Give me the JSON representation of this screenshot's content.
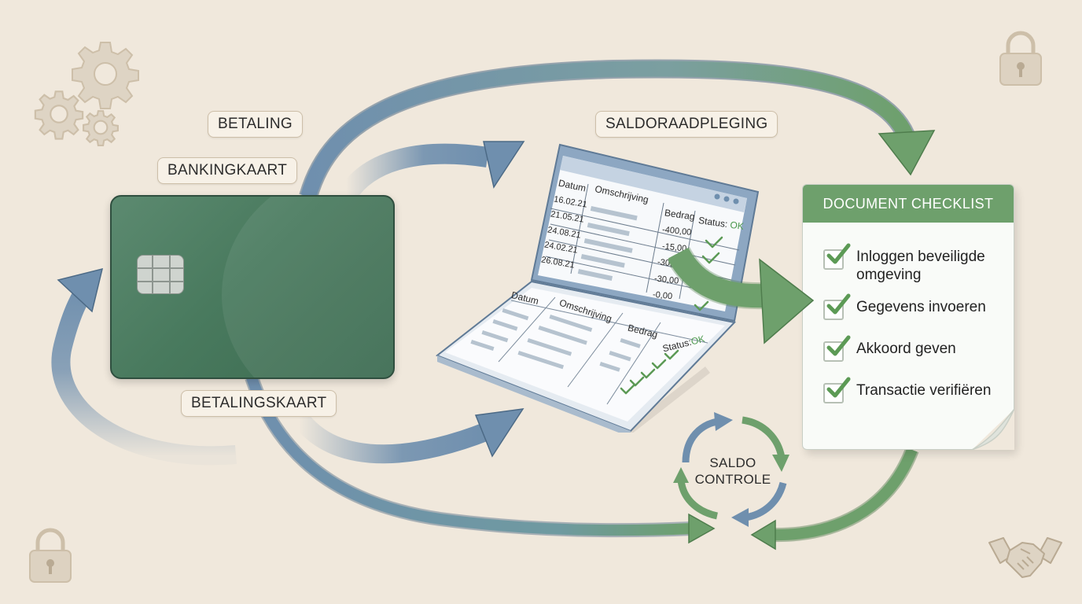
{
  "labels": {
    "betaling": "BETALING",
    "bankingkaart": "BANKINGKAART",
    "betalingskaart": "BETALINGSKAART",
    "saldoraadpleging": "SALDORAADPLEGING"
  },
  "checklist": {
    "title": "DOCUMENT CHECKLIST",
    "items": [
      {
        "line1": "Inloggen beveiligde",
        "line2": "omgeving",
        "checked": true
      },
      {
        "line1": "Gegevens invoeren",
        "line2": "",
        "checked": true
      },
      {
        "line1": "Akkoord geven",
        "line2": "",
        "checked": true
      },
      {
        "line1": "Transactie verifiëren",
        "line2": "",
        "checked": true
      }
    ]
  },
  "cycle": {
    "line1": "SALDO",
    "line2": "CONTROLE"
  },
  "ledger": {
    "top": {
      "headers": {
        "datum": "Datum",
        "omschrijving": "Omschrijving",
        "bedrag": "Bedrag",
        "status": "Status:",
        "status_value": "OK"
      },
      "dates": [
        "16.02.21",
        "21.05.21",
        "24.08.21",
        "24.02.21",
        "26.08.21"
      ],
      "amounts": [
        "-400,00",
        "-15,00",
        "-30,00",
        "-30,00",
        "-0,00"
      ]
    },
    "bottom": {
      "headers": {
        "datum": "Datum",
        "omschrijving": "Omschrijving",
        "bedrag": "Bedrag",
        "status": "Status:",
        "status_value": "OK"
      }
    }
  },
  "colors": {
    "background": "#f0e8dc",
    "blue_arrow": "#6f8fae",
    "green_arrow": "#6ea06c",
    "card": "#497a5e",
    "icon_beige": "#cdbfa9",
    "check_green": "#5c9a55"
  },
  "icons": [
    "gear-icon",
    "lock-icon",
    "handshake-icon",
    "check-icon",
    "chip-icon"
  ]
}
